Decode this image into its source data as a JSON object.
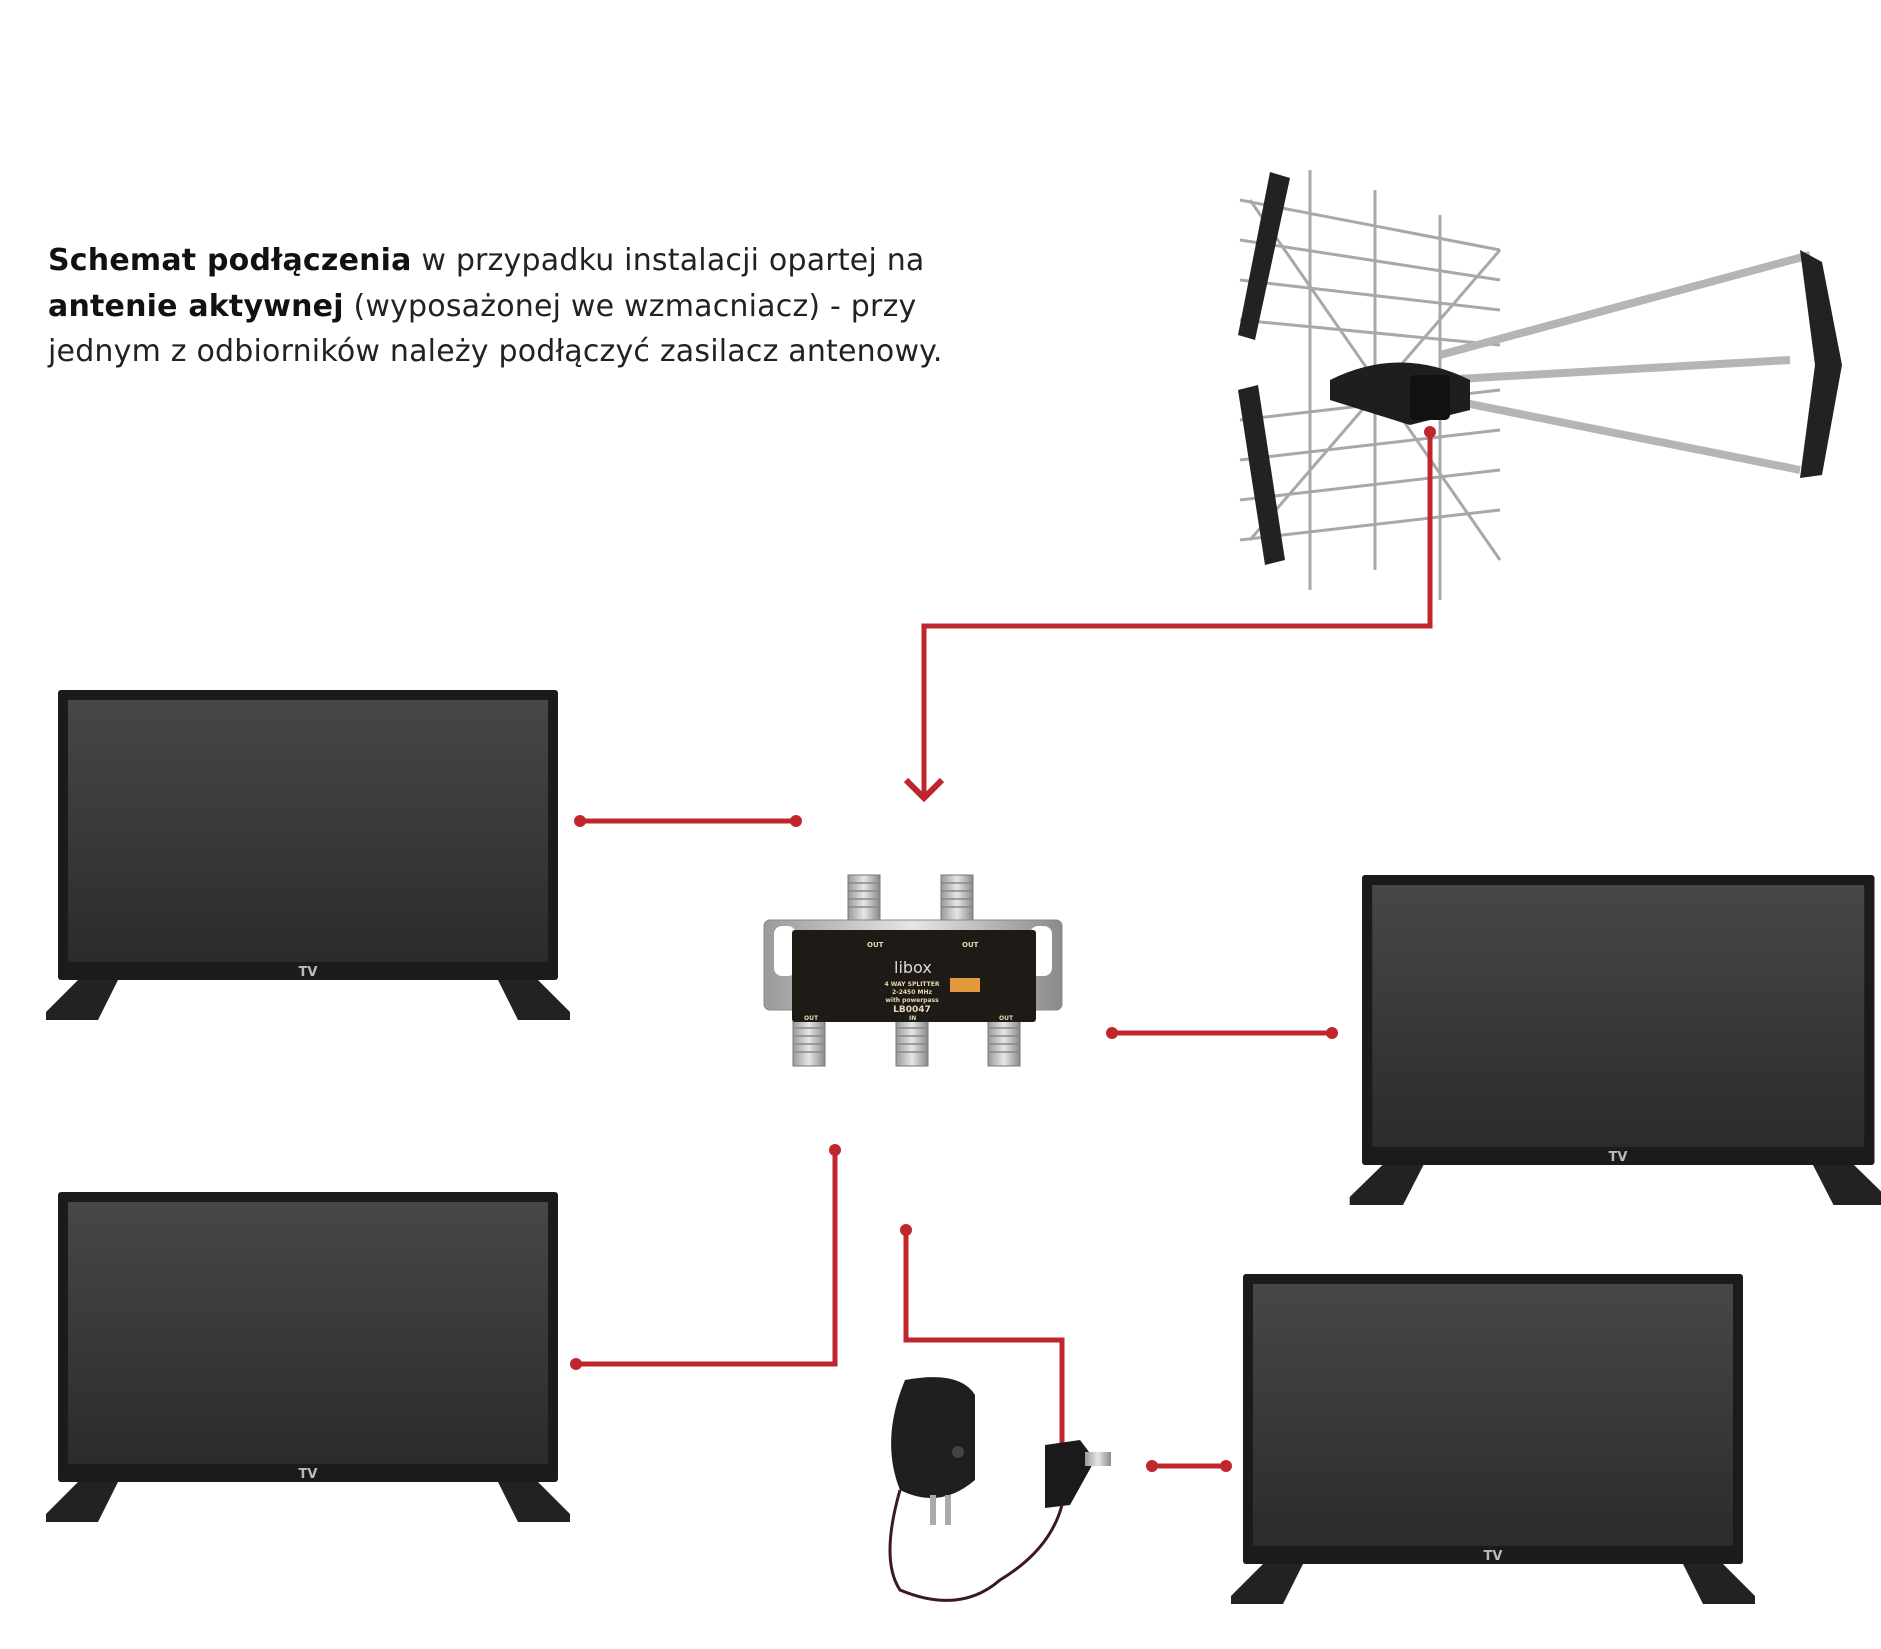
{
  "description": {
    "bold1": "Schemat podłączenia",
    "text1": " w przypadku instalacji opartej na ",
    "bold2": "antenie aktywnej",
    "text2": " (wyposażonej we wzmacniacz) - przy jednym z odbiorników należy podłączyć zasilacz antenowy."
  },
  "tv_label": "TV",
  "splitter": {
    "brand": "libox",
    "title": "4 WAY SPLITTER",
    "freq": "2-2450 MHz",
    "note": "with powerpass",
    "model": "LB0047",
    "port_out": "OUT",
    "port_in": "IN"
  },
  "colors": {
    "connection": "#c0272d",
    "tv_frame": "#1a1a1a",
    "tv_screen": "#3a3a3a"
  }
}
